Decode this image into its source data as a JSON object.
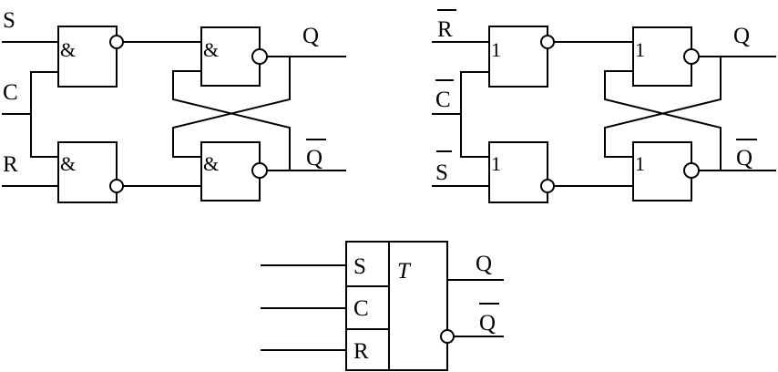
{
  "circuit_nand": {
    "inputs": {
      "s": "S",
      "c": "C",
      "r": "R"
    },
    "gate_symbol": "&",
    "outputs": {
      "q": "Q",
      "q_bar": "Q"
    }
  },
  "circuit_nor": {
    "inputs": {
      "r_bar": "R",
      "c_bar": "C",
      "s_bar": "S"
    },
    "gate_symbol": "1",
    "outputs": {
      "q": "Q",
      "q_bar": "Q"
    }
  },
  "block_symbol": {
    "inputs": {
      "s": "S",
      "c": "C",
      "r": "R"
    },
    "type_label": "T",
    "outputs": {
      "q": "Q",
      "q_bar": "Q"
    }
  }
}
